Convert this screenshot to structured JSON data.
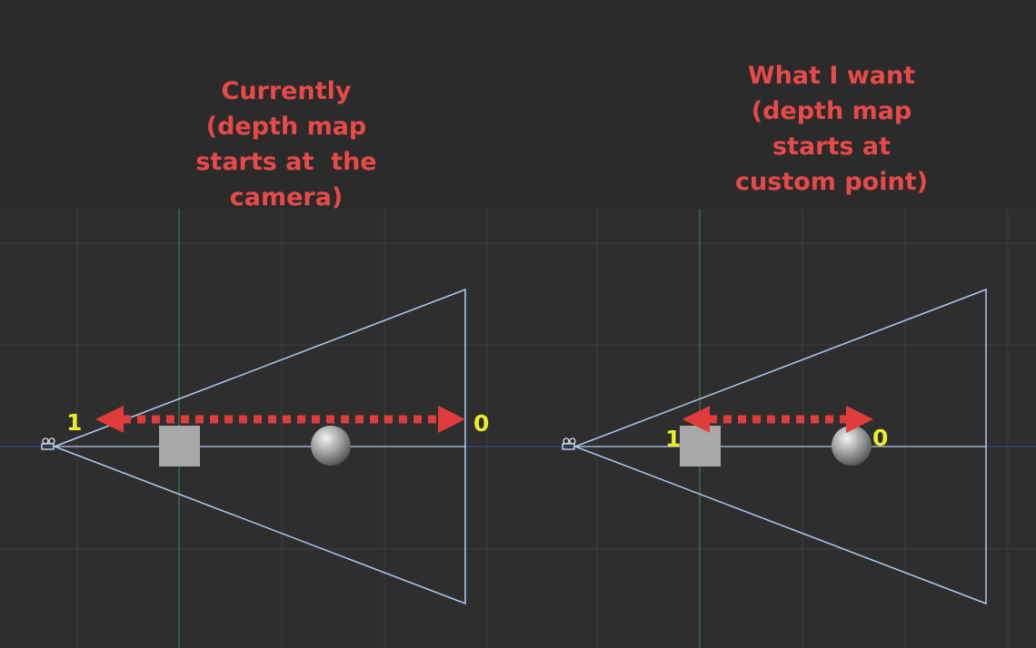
{
  "captions": {
    "left": [
      "Currently",
      "(depth map",
      "starts at  the",
      "camera)"
    ],
    "right": [
      "What I want",
      "(depth map",
      "starts at",
      "custom point)"
    ]
  },
  "depth_labels": {
    "left": {
      "near": "1",
      "far": "0"
    },
    "right": {
      "near": "1",
      "far": "0"
    }
  },
  "colors": {
    "background": "#2b2b2b",
    "caption": "#e84949",
    "depth_label": "#e8ee2c",
    "frustum": "#b3cdf2",
    "arrow": "#e03c3c",
    "grid": "#3c3c3c",
    "y_axis": "#3c8a55",
    "x_axis": "#2f4fa0"
  },
  "icons": {
    "camera": "camera-icon"
  }
}
